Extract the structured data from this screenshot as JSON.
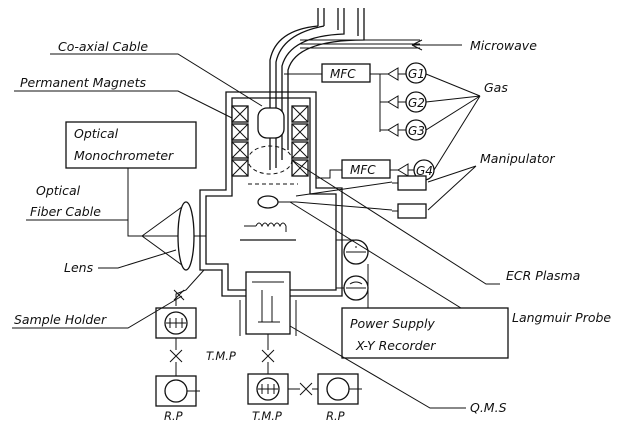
{
  "labels": {
    "coaxial_cable": "Co-axial Cable",
    "microwave": "Microwave",
    "permanent_magnets": "Permanent Magnets",
    "optical_monochrometer_1": "Optical",
    "optical_monochrometer_2": "Monochrometer",
    "optical_fiber_cable_1": "Optical",
    "optical_fiber_cable_2": "Fiber Cable",
    "lens": "Lens",
    "sample_holder": "Sample Holder",
    "gas": "Gas",
    "manipulator": "Manipulator",
    "ecr_plasma": "ECR Plasma",
    "langmuir_probe": "Langmuir Probe",
    "power_supply": "Power Supply",
    "xy_recorder": "X-Y Recorder",
    "qms": "Q.M.S",
    "tmp_left": "T.M.P",
    "rp_left": "R.P",
    "tmp_bottom": "T.M.P",
    "rp_bottom": "R.P"
  },
  "gas_units": {
    "mfc_upper": "MFC",
    "mfc_lower": "MFC",
    "g1": "G1",
    "g2": "G2",
    "g3": "G3",
    "g4": "G4"
  }
}
